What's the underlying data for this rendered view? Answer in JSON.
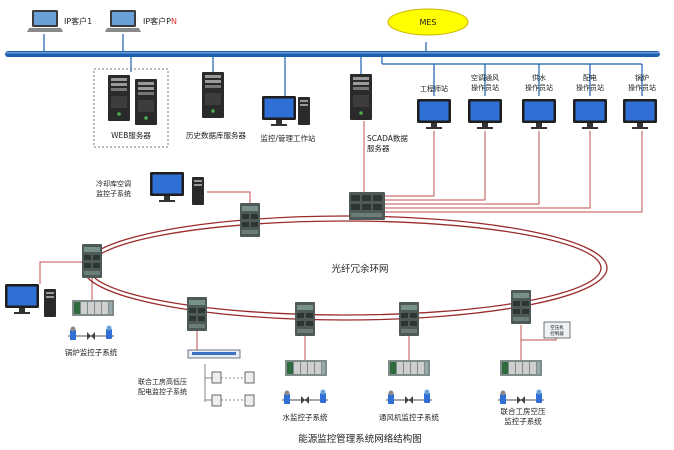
{
  "clients": [
    {
      "label_main": "IP客户1",
      "label_suffix": ""
    },
    {
      "label_main": "IP客户P",
      "label_suffix": "N"
    }
  ],
  "mes": {
    "label": "MES"
  },
  "servers": {
    "web": "WEB服务器",
    "history": "历史数据库服务器",
    "engineering": "监控/管理工作站",
    "scada_line1": "SCADA数据",
    "scada_line2": "服务器"
  },
  "stations": [
    {
      "line1": "工程师站",
      "line2": ""
    },
    {
      "line1": "空调通风",
      "line2": "操作员站"
    },
    {
      "line1": "供水",
      "line2": "操作员站"
    },
    {
      "line1": "配电",
      "line2": "操作员站"
    },
    {
      "line1": "锅炉",
      "line2": "操作员站"
    }
  ],
  "ring": {
    "label": "光纤冗余环网"
  },
  "subsystems": {
    "cold_storage_line1": "冷却库空调",
    "cold_storage_line2": "监控子系统",
    "boiler": "锅炉监控子系统",
    "power_line1": "联合工房高低压",
    "power_line2": "配电监控子系统",
    "water": "水监控子系统",
    "ventilation": "通风机监控子系统",
    "air_comp_line1": "联合工房空压",
    "air_comp_line2": "监控子系统",
    "panel_line1": "空压机",
    "panel_line2": "控制器"
  },
  "caption": "能源监控管理系统网络结构图",
  "colors": {
    "backbone": "#1d5fae",
    "link": "#c0504d",
    "mes_fill": "#ffff00"
  }
}
